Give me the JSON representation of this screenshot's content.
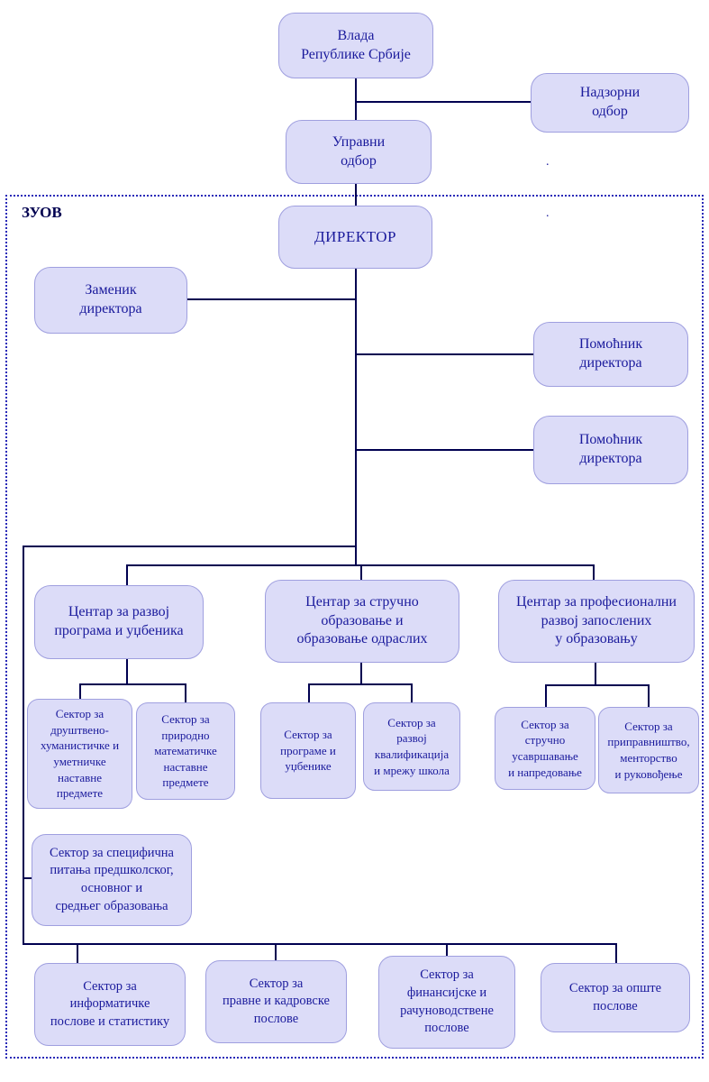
{
  "diagram": {
    "group_label": "ЗУОВ",
    "colors": {
      "node_fill": "#dcdcf8",
      "node_border": "#9f9fdf",
      "connector": "#000050",
      "text": "#1a1a9c",
      "group_border": "#2929b8"
    },
    "artifacts": {
      "dot1": ".",
      "dot2": "."
    },
    "nodes": {
      "vlada": {
        "label": "Влада\nРепублике Србије"
      },
      "nadzorni_odbor": {
        "label": "Надзорни\nодбор"
      },
      "upravni_odbor": {
        "label": "Управни\nодбор"
      },
      "direktor": {
        "label": "ДИРЕКТОР"
      },
      "zamenik_direktora": {
        "label": "Заменик\nдиректора"
      },
      "pomocnik_direktora_1": {
        "label": "Помоћник\nдиректора"
      },
      "pomocnik_direktora_2": {
        "label": "Помоћник\nдиректора"
      },
      "centar_razvoj_programa": {
        "label": "Центар за развој\nпрограма и уџбеника"
      },
      "centar_strucno_obrazovanje": {
        "label": "Центар за стручно\nобразовање и\nобразовање одраслих"
      },
      "centar_profesionalni_razvoj": {
        "label": "Центар за професионални\nразвој запослених\nу образовању"
      },
      "sektor_drustveno_humanisticke": {
        "label": "Сектор за\nдруштвено-\nхуманистичке и\nуметничке\nнаставне\nпредмете"
      },
      "sektor_prirodno_matematicke": {
        "label": "Сектор за\nприродно\nматематичке\nнаставне\nпредмете"
      },
      "sektor_programe_udzbenike": {
        "label": "Сектор за\nпрограме и\nуџбенике"
      },
      "sektor_razvoj_kvalifikacija": {
        "label": "Сектор за\nразвој\nквалификација\nи мрежу школа"
      },
      "sektor_strucno_usavrsavanje": {
        "label": "Сектор за\nстручно\nусавршавање\nи напредовање"
      },
      "sektor_pripravnistvo": {
        "label": "Сектор за\nприправништво,\nменторство\nи руковођење"
      },
      "sektor_specificna_pitanja": {
        "label": "Сектор за специфична\nпитања предшколског,\nосновног и\nсредњег образовања"
      },
      "sektor_informaticke": {
        "label": "Сектор за\nинформатичке\nпослове и статистику"
      },
      "sektor_pravne_kadrovske": {
        "label": "Сектор за\nправне и кадровске\nпослове"
      },
      "sektor_finansijske": {
        "label": "Сектор за\nфинансијске и\nрачуноводствене\nпослове"
      },
      "sektor_opste": {
        "label": "Сектор за опште\nпослове"
      }
    }
  }
}
